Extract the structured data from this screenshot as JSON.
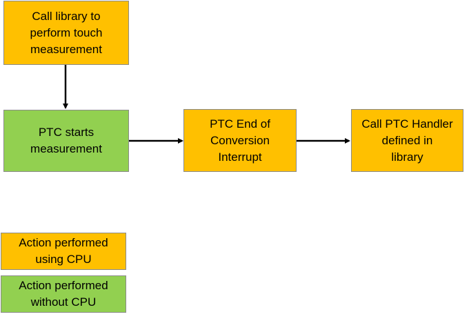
{
  "colors": {
    "cpu_fill": "#FFC000",
    "no_cpu_fill": "#92D050",
    "arrow": "#000000",
    "border": "#8A8A8A"
  },
  "flow": {
    "call_library": {
      "label": "Call library to\nperform touch\nmeasurement"
    },
    "ptc_starts": {
      "label": "PTC starts\nmeasurement"
    },
    "ptc_eoc_interrupt": {
      "label": "PTC End of\nConversion\nInterrupt"
    },
    "call_handler": {
      "label": "Call PTC Handler\ndefined in\nlibrary"
    }
  },
  "legend": {
    "cpu": {
      "label": "Action performed\nusing CPU"
    },
    "no_cpu": {
      "label": "Action performed\nwithout CPU"
    }
  }
}
